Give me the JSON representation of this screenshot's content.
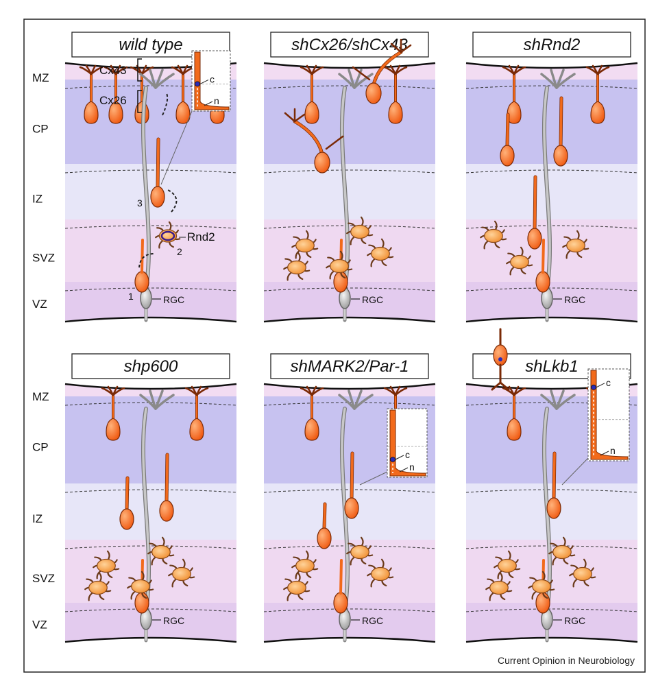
{
  "credit": "Current Opinion in Neurobiology",
  "layers": [
    {
      "label": "MZ",
      "color": "#f2dcf2"
    },
    {
      "label": "CP",
      "color": "#c7c2f0"
    },
    {
      "label": "IZ",
      "color": "#e7e6f8"
    },
    {
      "label": "SVZ",
      "color": "#efd9f1"
    },
    {
      "label": "VZ",
      "color": "#e3cbee"
    }
  ],
  "colors": {
    "neuron": "#f26a1b",
    "neuron_outline": "#7a2a06",
    "multipolar": "#f59a3e",
    "glia": "#aaaaaa",
    "cx43": "#22bb22",
    "cx26": "#e8261b",
    "rnd2": "#3a1d8a"
  },
  "panels": [
    {
      "title": "wild type",
      "markers": {
        "cx43": "Cx43",
        "cx26": "Cx26",
        "rnd2": "Rnd2",
        "steps": [
          "1",
          "2",
          "3"
        ]
      },
      "inset": {
        "c": "c",
        "n": "n"
      },
      "rgc": "RGC"
    },
    {
      "title": "shCx26/shCx43",
      "rgc": "RGC"
    },
    {
      "title": "shRnd2",
      "rgc": "RGC"
    },
    {
      "title": "shp600",
      "rgc": "RGC"
    },
    {
      "title": "shMARK2/Par-1",
      "rgc": "RGC",
      "inset": {
        "c": "c",
        "n": "n"
      }
    },
    {
      "title": "shLkb1",
      "rgc": "RGC",
      "inset": {
        "c": "c",
        "n": "n"
      }
    }
  ]
}
